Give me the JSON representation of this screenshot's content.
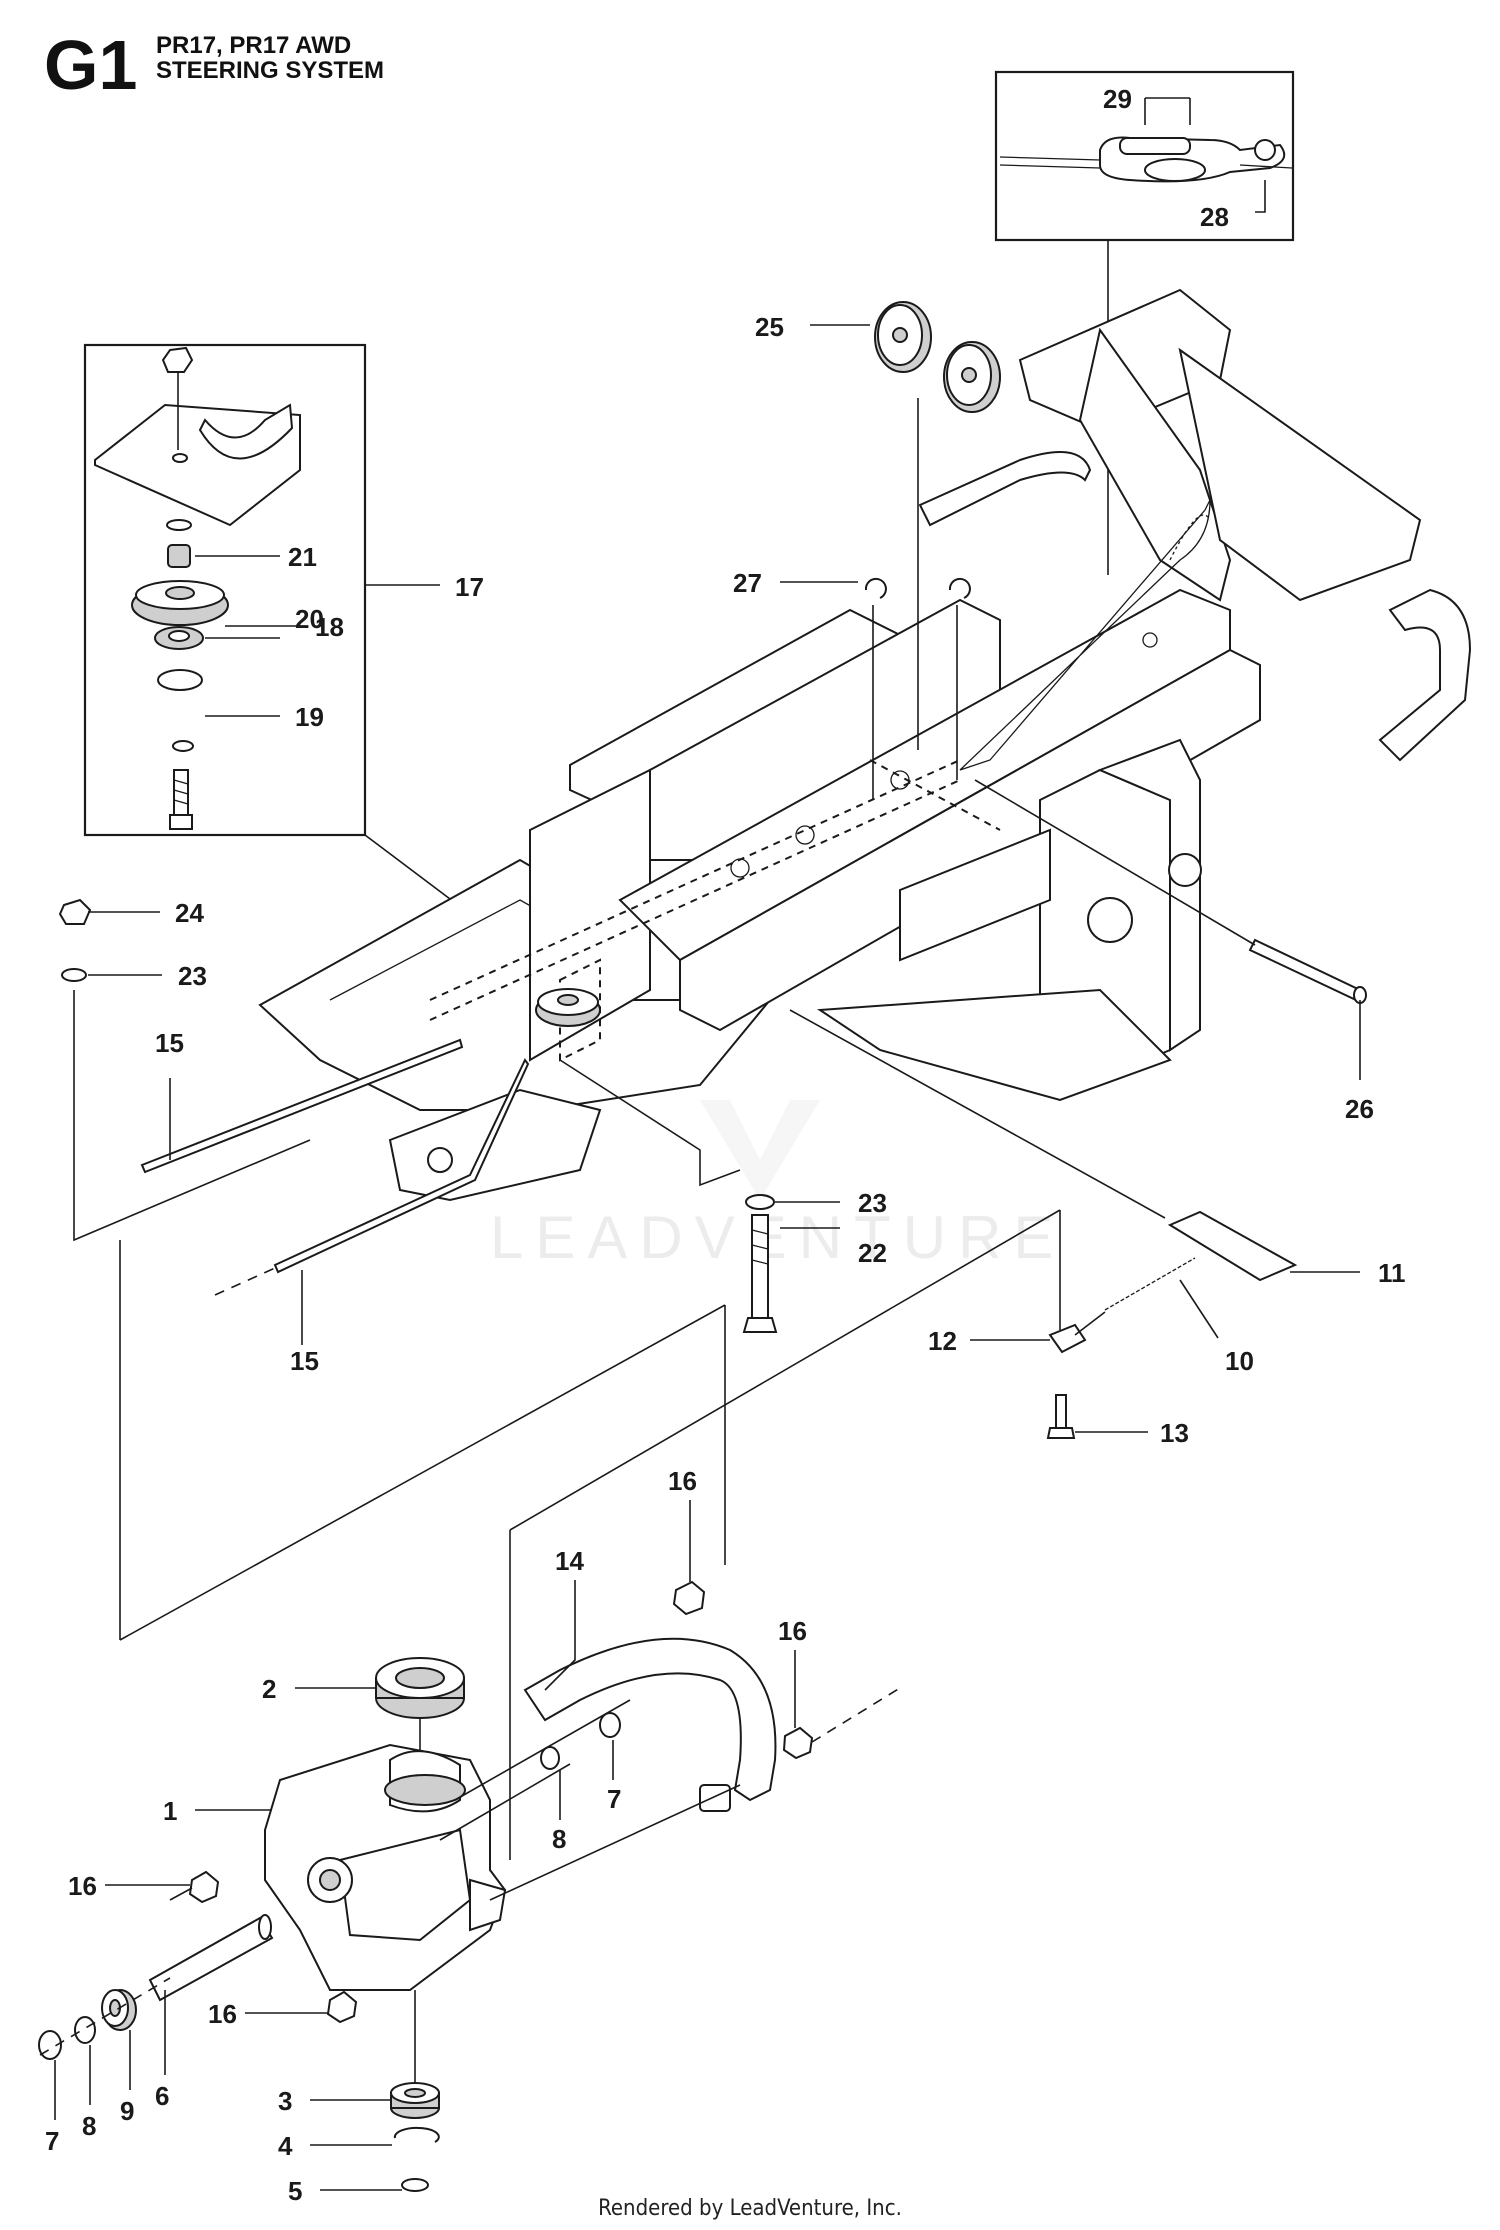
{
  "header": {
    "code": "G1",
    "model": "PR17, PR17 AWD",
    "section": "STEERING SYSTEM"
  },
  "watermark": "LEADVENTURE",
  "footer": "Rendered by LeadVenture, Inc.",
  "callouts": [
    {
      "id": "c29",
      "label": "29"
    },
    {
      "id": "c28",
      "label": "28"
    },
    {
      "id": "c25",
      "label": "25"
    },
    {
      "id": "c21",
      "label": "21"
    },
    {
      "id": "c17",
      "label": "17"
    },
    {
      "id": "c18",
      "label": "18"
    },
    {
      "id": "c20",
      "label": "20"
    },
    {
      "id": "c19",
      "label": "19"
    },
    {
      "id": "c27",
      "label": "27"
    },
    {
      "id": "c24",
      "label": "24"
    },
    {
      "id": "c23a",
      "label": "23"
    },
    {
      "id": "c15a",
      "label": "15"
    },
    {
      "id": "c26",
      "label": "26"
    },
    {
      "id": "c23b",
      "label": "23"
    },
    {
      "id": "c22",
      "label": "22"
    },
    {
      "id": "c11",
      "label": "11"
    },
    {
      "id": "c15b",
      "label": "15"
    },
    {
      "id": "c12",
      "label": "12"
    },
    {
      "id": "c10",
      "label": "10"
    },
    {
      "id": "c13",
      "label": "13"
    },
    {
      "id": "c16a",
      "label": "16"
    },
    {
      "id": "c14",
      "label": "14"
    },
    {
      "id": "c16b",
      "label": "16"
    },
    {
      "id": "c2",
      "label": "2"
    },
    {
      "id": "c1",
      "label": "1"
    },
    {
      "id": "c7a",
      "label": "7"
    },
    {
      "id": "c8a",
      "label": "8"
    },
    {
      "id": "c16c",
      "label": "16"
    },
    {
      "id": "c16d",
      "label": "16"
    },
    {
      "id": "c6",
      "label": "6"
    },
    {
      "id": "c9",
      "label": "9"
    },
    {
      "id": "c8b",
      "label": "8"
    },
    {
      "id": "c7b",
      "label": "7"
    },
    {
      "id": "c3",
      "label": "3"
    },
    {
      "id": "c4",
      "label": "4"
    },
    {
      "id": "c5",
      "label": "5"
    }
  ]
}
